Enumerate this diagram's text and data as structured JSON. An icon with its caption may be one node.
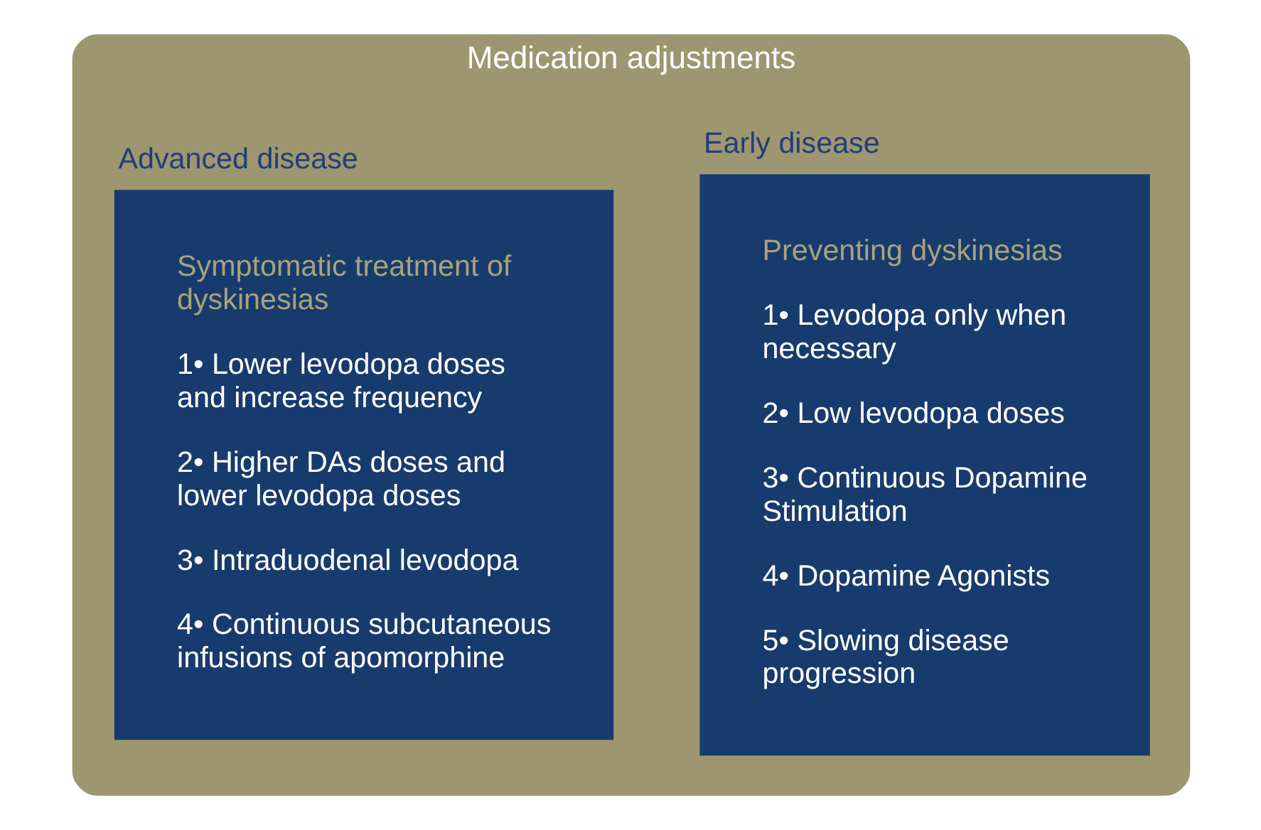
{
  "diagram": {
    "nodes": [
      {
        "text": [
          "Medication adjustments"
        ]
      },
      {
        "text": [
          "Early disease",
          "Preventing dyskinesias",
          "1• Levodopa only when necessary",
          "2• Low levodopa doses",
          "3• Continuous Dopamine Stimulation",
          "4• Dopamine Agonists",
          "5• Slowing disease progression"
        ],
        "in": 0
      },
      {
        "text": [
          "Advanced disease",
          "Symptomatic treatment of dyskinesias",
          "1• Lower levodopa doses and increase frequency",
          "2• Higher DAs doses and lower levodopa doses",
          "3• Intraduodenal levodopa",
          "4• Continuous subcutaneous infusions of apomorphine"
        ],
        "in": 0
      }
    ]
  }
}
